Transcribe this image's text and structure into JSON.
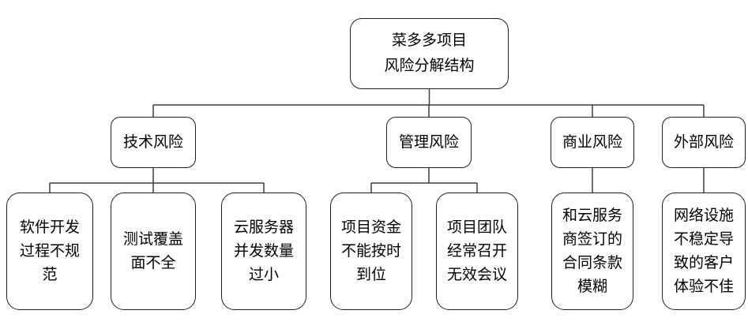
{
  "diagram": {
    "type": "tree",
    "root": {
      "lines": [
        "菜多多项目",
        "风险分解结构"
      ]
    },
    "categories": [
      {
        "id": "tech",
        "label": "技术风险"
      },
      {
        "id": "mgmt",
        "label": "管理风险"
      },
      {
        "id": "biz",
        "label": "商业风险"
      },
      {
        "id": "ext",
        "label": "外部风险"
      }
    ],
    "leaves": [
      {
        "id": "software-process",
        "parent": "tech",
        "label": "软件开发过程不规范"
      },
      {
        "id": "test-coverage",
        "parent": "tech",
        "label": "测试覆盖面不全"
      },
      {
        "id": "cloud-concurrency",
        "parent": "tech",
        "label": "云服务器并发数量过小"
      },
      {
        "id": "funding-delay",
        "parent": "mgmt",
        "label": "项目资金不能按时到位"
      },
      {
        "id": "useless-meetings",
        "parent": "mgmt",
        "label": "项目团队经常召开无效会议"
      },
      {
        "id": "vague-contract",
        "parent": "biz",
        "label": "和云服务商签订的合同条款模糊"
      },
      {
        "id": "network-unstable",
        "parent": "ext",
        "label": "网络设施不稳定导致的客户体验不佳"
      }
    ],
    "colors": {
      "background": "#ffffff",
      "border": "#1f1f1f",
      "connector": "#3d3d3d",
      "text": "#000000"
    }
  }
}
